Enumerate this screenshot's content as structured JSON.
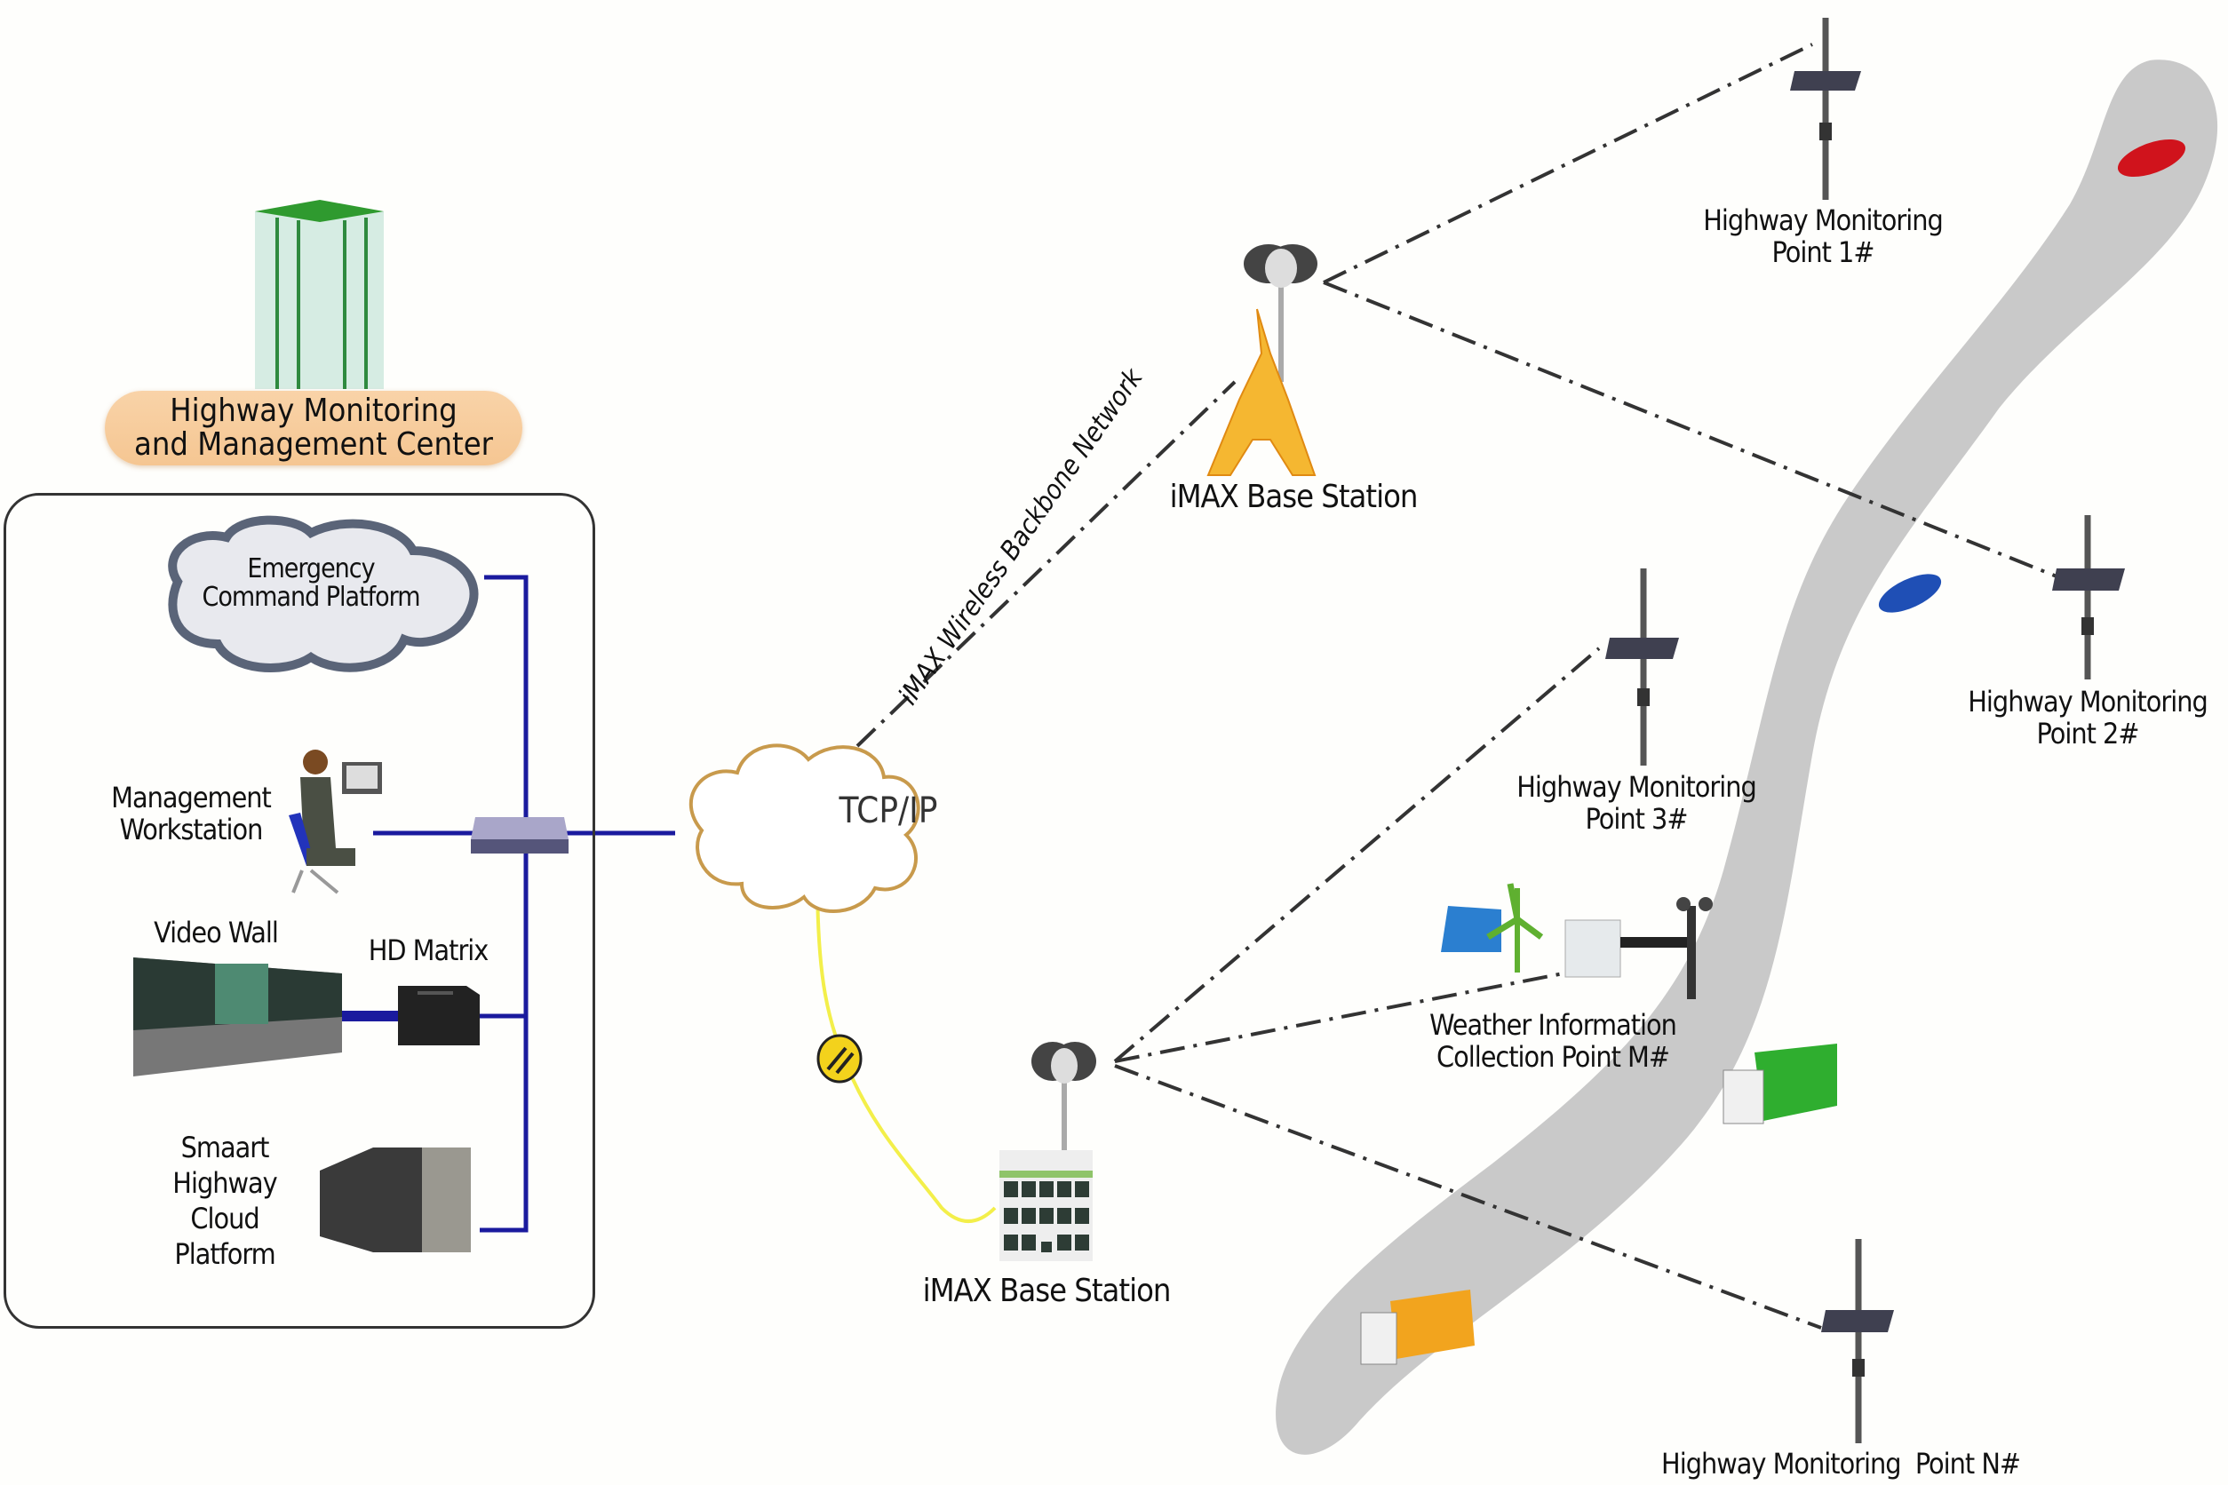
{
  "center": {
    "title_line1": "Highway Monitoring",
    "title_line2": "and Management Center",
    "building_icon": "office-tower-icon",
    "components": {
      "emergency_line1": "Emergency",
      "emergency_line2": "Command Platform",
      "workstation_line1": "Management",
      "workstation_line2": "Workstation",
      "video_wall": "Video Wall",
      "hd_matrix": "HD Matrix",
      "cloud_line1": "Smaart",
      "cloud_line2": "Highway",
      "cloud_line3": "Cloud",
      "cloud_line4": "Platform"
    },
    "link_color": "#1a1a9e"
  },
  "network": {
    "tcpip": "TCP/IP",
    "backbone": "iMAX Wireless Backbone Network",
    "fiber_color": "#f3ef4a",
    "cloud_outline": "#c89a4c"
  },
  "base_stations": [
    {
      "label": "iMAX Base Station",
      "type": "tower"
    },
    {
      "label": "iMAX Base Station",
      "type": "building"
    }
  ],
  "monitoring_points": [
    {
      "line1": "Highway Monitoring",
      "line2": "Point 1#"
    },
    {
      "line1": "Highway Monitoring",
      "line2": "Point 2#"
    },
    {
      "line1": "Highway Monitoring",
      "line2": "Point 3#"
    },
    {
      "line1": "Highway Monitoring  Point N#",
      "line2": ""
    }
  ],
  "weather_point": {
    "line1": "Weather Information",
    "line2": "Collection Point M#"
  },
  "road": {
    "color": "#c9c9c9"
  },
  "vehicles": [
    {
      "type": "car",
      "color": "#d0131c"
    },
    {
      "type": "car",
      "color": "#1f4fb5"
    },
    {
      "type": "truck",
      "color": "#2fae2f"
    },
    {
      "type": "truck",
      "color": "#f2a41e"
    }
  ]
}
